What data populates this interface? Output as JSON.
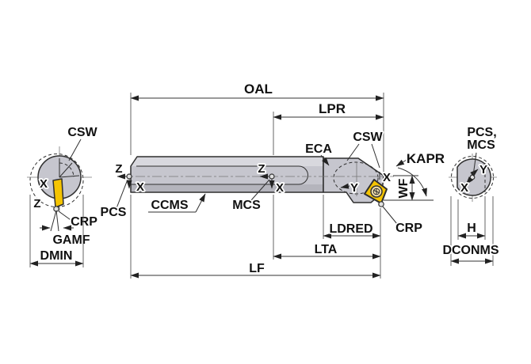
{
  "diagram": {
    "type": "technical-drawing",
    "subject": "internal turning / boring bar dimension diagram",
    "views": {
      "left_section": {
        "labels": {
          "csw": "CSW",
          "crp": "CRP",
          "gamf": "GAMF",
          "dmin": "DMIN",
          "x": "X",
          "z": "Z"
        }
      },
      "side": {
        "labels": {
          "oal": "OAL",
          "lpr": "LPR",
          "pcs": "PCS",
          "ccms": "CCMS",
          "mcs": "MCS",
          "eca": "ECA",
          "csw": "CSW",
          "kapr": "KAPR",
          "wf": "WF",
          "crp": "CRP",
          "ldred": "LDRED",
          "lta": "LTA",
          "lf": "LF",
          "x": "X",
          "y": "Y",
          "z": "Z"
        }
      },
      "right_section": {
        "labels": {
          "pcs_mcs_line1": "PCS,",
          "pcs_mcs_line2": "MCS",
          "h": "H",
          "dconms": "DCONMS",
          "x": "X",
          "y": "Y"
        }
      }
    },
    "colors": {
      "body": "#c6c6ce",
      "body_light": "#d8d8de",
      "body_dark": "#b4b4bc",
      "insert": "#f5c400",
      "screw": "#efddab",
      "outline": "#2f2f2f",
      "dimension": "#333333",
      "background": "#ffffff"
    }
  }
}
